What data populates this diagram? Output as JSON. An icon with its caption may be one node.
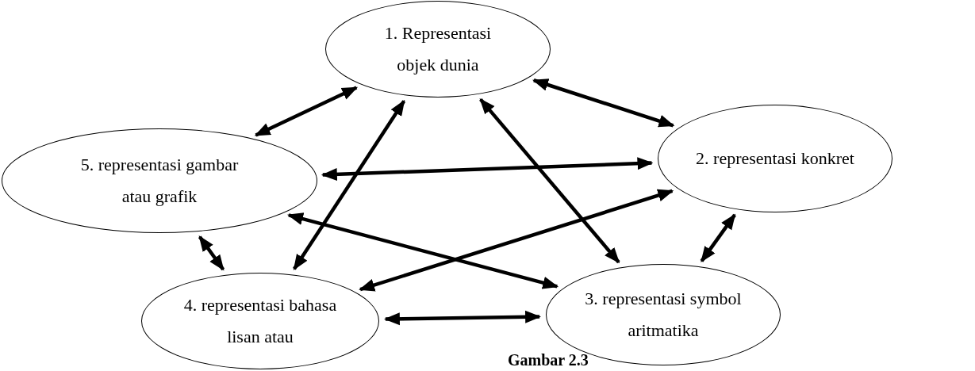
{
  "diagram": {
    "caption": "Gambar 2.3",
    "nodes": [
      {
        "text": [
          "1. Representasi objek dunia"
        ]
      },
      {
        "text": [
          "2. representasi konkret"
        ]
      },
      {
        "text": [
          "3. representasi symbol aritmatika"
        ]
      },
      {
        "text": [
          "4. representasi bahasa lisan atau"
        ]
      },
      {
        "text": [
          "5. representasi gambar atau grafik"
        ]
      }
    ],
    "edges": [
      {
        "from": 0,
        "to": 4,
        "arrow": "both"
      },
      {
        "from": 0,
        "to": 1,
        "arrow": "both"
      },
      {
        "from": 4,
        "to": 1,
        "arrow": "both"
      },
      {
        "from": 4,
        "to": 2,
        "arrow": "both"
      },
      {
        "from": 0,
        "to": 3,
        "arrow": "both"
      },
      {
        "from": 0,
        "to": 2,
        "arrow": "both"
      },
      {
        "from": 3,
        "to": 1,
        "arrow": "both"
      },
      {
        "from": 4,
        "to": 3,
        "arrow": "both"
      },
      {
        "from": 2,
        "to": 1,
        "arrow": "both"
      },
      {
        "from": 3,
        "to": 2,
        "arrow": "both"
      }
    ]
  }
}
